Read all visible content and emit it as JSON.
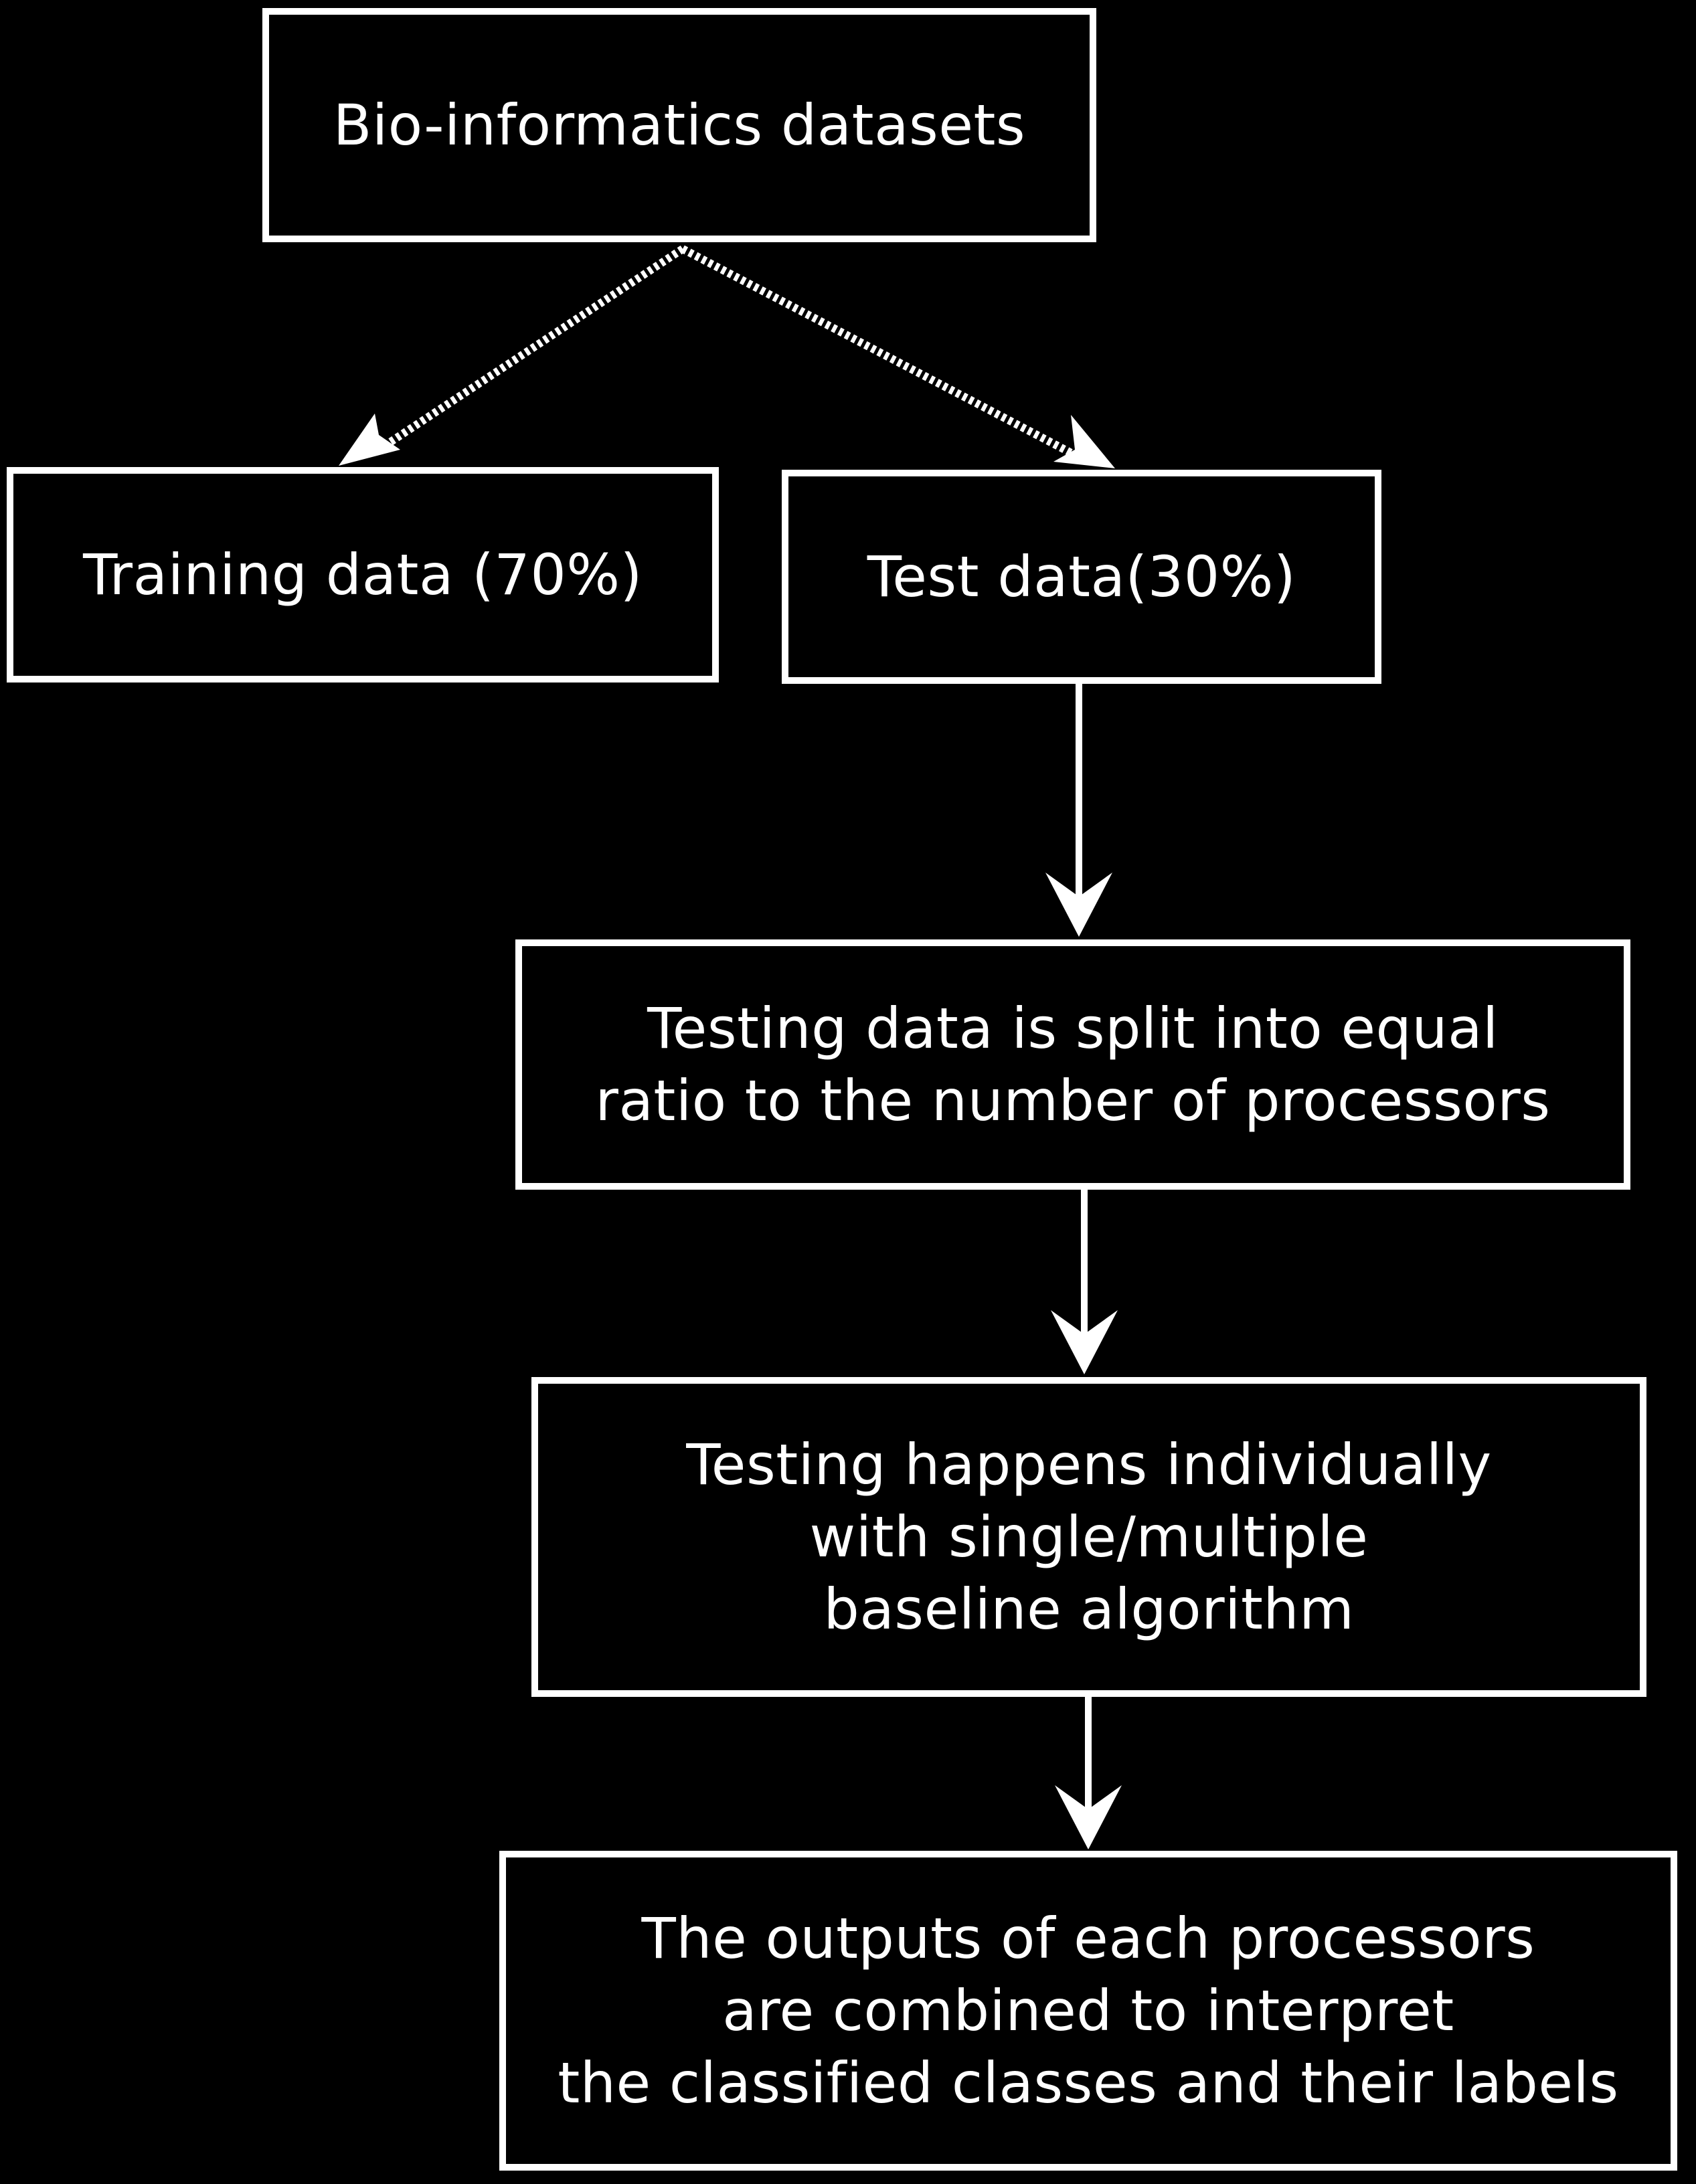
{
  "diagram": {
    "type": "flowchart",
    "colors": {
      "background": "#000000",
      "foreground": "#ffffff"
    },
    "nodes": {
      "datasets": {
        "label": "Bio-informatics datasets"
      },
      "training": {
        "label": "Training data (70%)"
      },
      "test": {
        "label": "Test data(30%)"
      },
      "split": {
        "label": "Testing data is split into equal\nratio to the number of processors"
      },
      "testing": {
        "label": "Testing happens individually\nwith single/multiple\nbaseline algorithm"
      },
      "outputs": {
        "label": "The outputs of each processors\nare combined to interpret\nthe classified classes and their labels"
      }
    },
    "edges": [
      {
        "from": "datasets",
        "to": "training",
        "style": "dotted-arrow"
      },
      {
        "from": "datasets",
        "to": "test",
        "style": "dotted-arrow"
      },
      {
        "from": "test",
        "to": "split",
        "style": "arrow"
      },
      {
        "from": "split",
        "to": "testing",
        "style": "arrow"
      },
      {
        "from": "testing",
        "to": "outputs",
        "style": "arrow"
      }
    ]
  }
}
